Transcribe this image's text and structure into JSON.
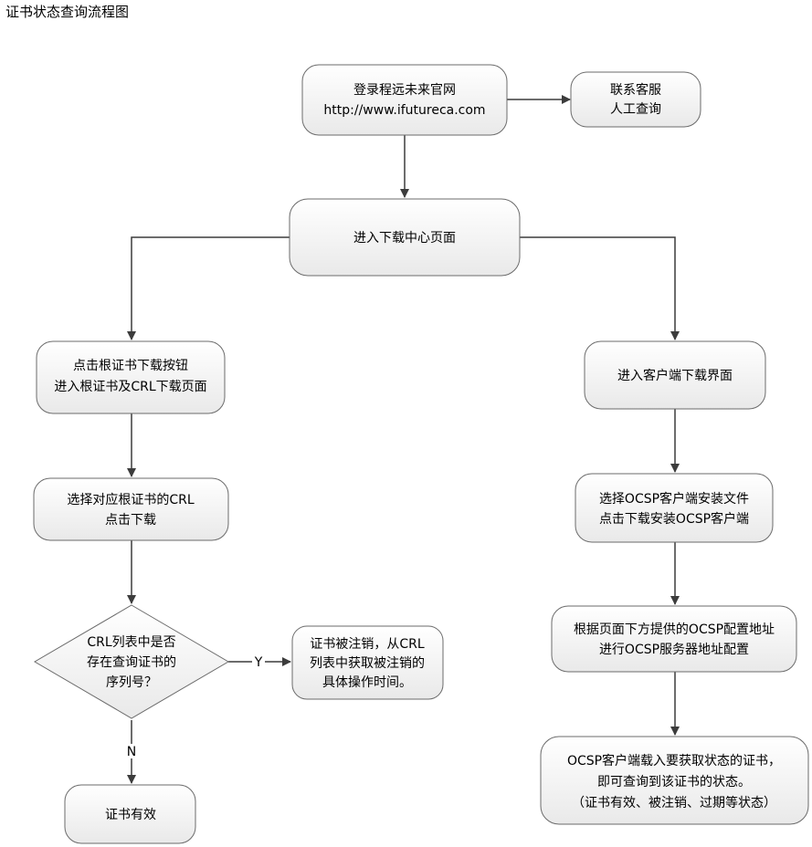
{
  "title": "证书状态查询流程图",
  "colors": {
    "node_fill_top": "#ffffff",
    "node_fill_bottom": "#e9e9e9",
    "node_stroke": "#6b6b6b",
    "arrow": "#3c3c3c"
  },
  "nodes": {
    "login": {
      "lines": [
        "登录程远未来官网",
        "http://www.ifutureca.com"
      ]
    },
    "service": {
      "lines": [
        "联系客服",
        "人工查询"
      ]
    },
    "download_center": {
      "lines": [
        "进入下载中心页面"
      ]
    },
    "root_cert": {
      "lines": [
        "点击根证书下载按钮",
        "进入根证书及CRL下载页面"
      ]
    },
    "client_page": {
      "lines": [
        "进入客户端下载界面"
      ]
    },
    "select_crl": {
      "lines": [
        "选择对应根证书的CRL",
        "点击下载"
      ]
    },
    "select_ocsp": {
      "lines": [
        "选择OCSP客户端安装文件",
        "点击下载安装OCSP客户端"
      ]
    },
    "decision": {
      "lines": [
        "CRL列表中是否",
        "存在查询证书的",
        "序列号？"
      ]
    },
    "revoked": {
      "lines": [
        "证书被注销，从CRL",
        "列表中获取被注销的",
        "具体操作时间。"
      ]
    },
    "config": {
      "lines": [
        "根据页面下方提供的OCSP配置地址",
        "进行OCSP服务器地址配置"
      ]
    },
    "valid": {
      "lines": [
        "证书有效"
      ]
    },
    "ocsp_query": {
      "lines": [
        "OCSP客户端载入要获取状态的证书，",
        "即可查询到该证书的状态。",
        "（证书有效、被注销、过期等状态）"
      ]
    }
  },
  "edge_labels": {
    "yes": "Y",
    "no": "N"
  }
}
